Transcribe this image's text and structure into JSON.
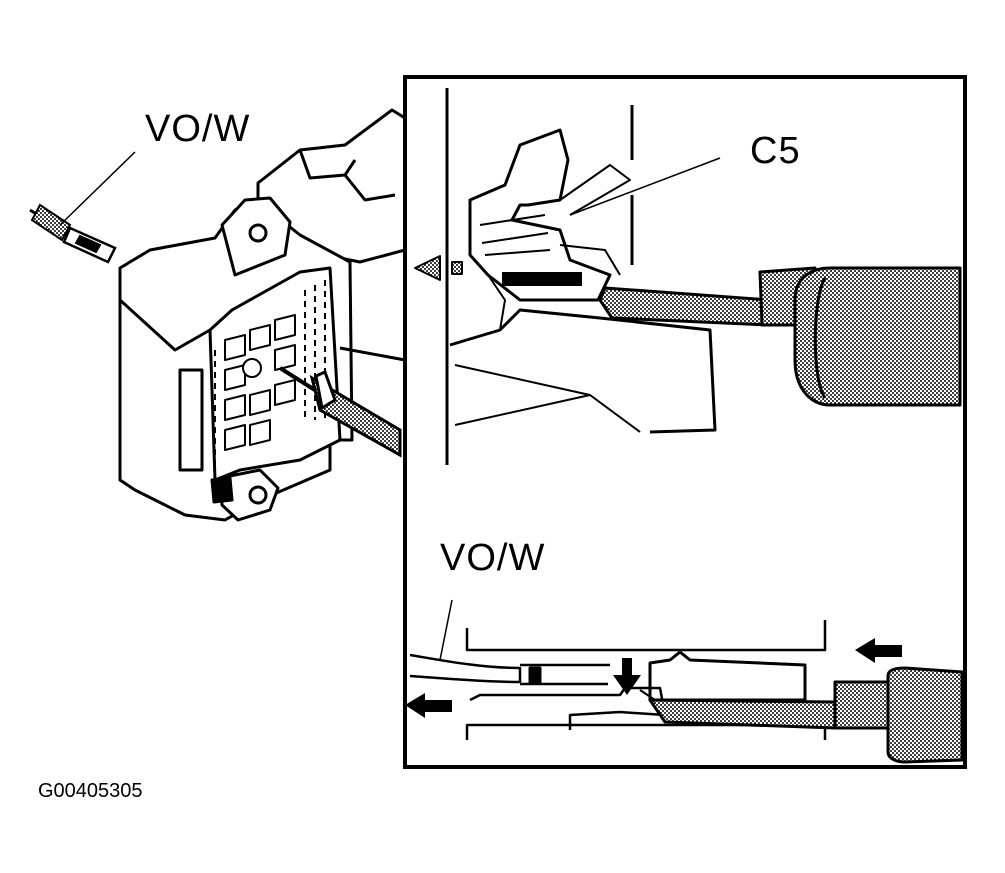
{
  "labels": {
    "wire_color_main": "VO/W",
    "connector_id": "C5",
    "wire_color_detail": "VO/W",
    "figure_id": "G00405305"
  },
  "colors": {
    "ink": "#000000",
    "background": "#ffffff",
    "shading": "#9a9a9a"
  }
}
